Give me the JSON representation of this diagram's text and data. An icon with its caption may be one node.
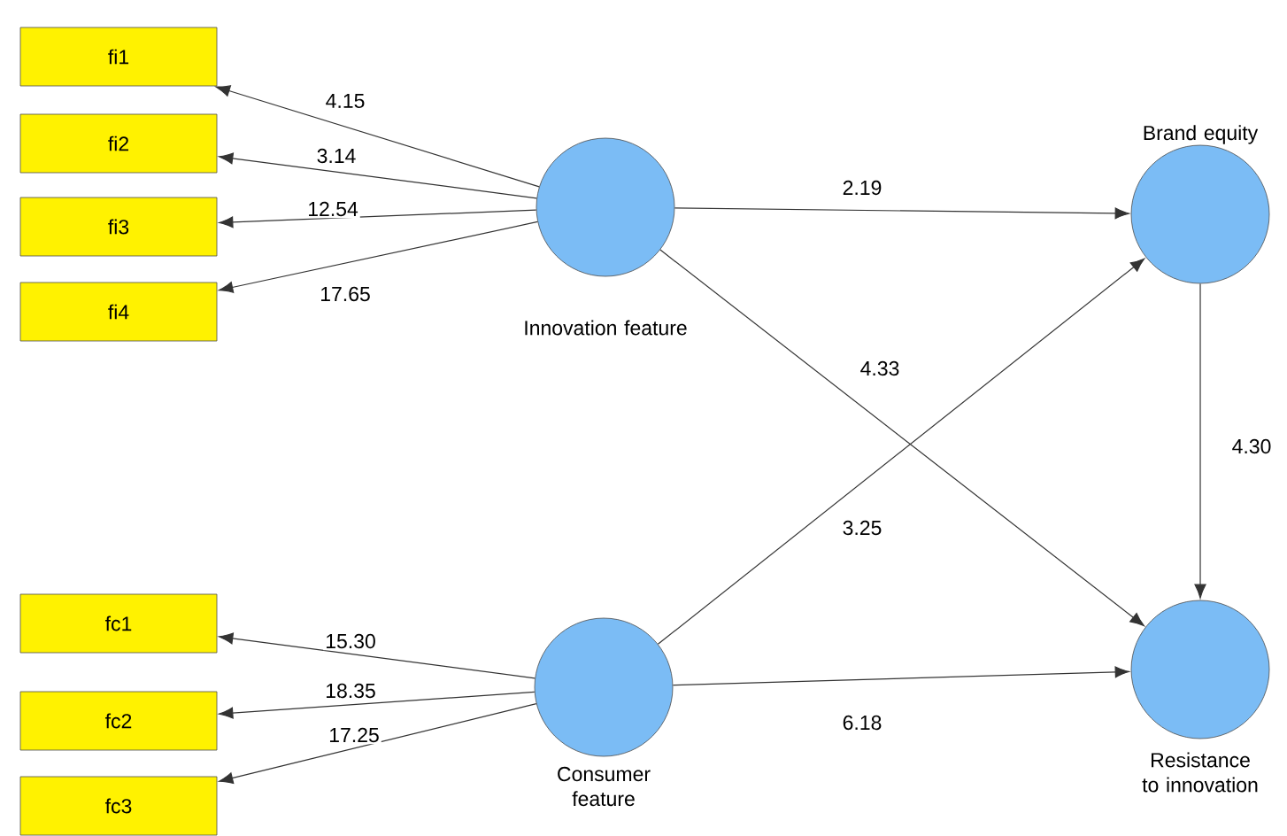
{
  "diagram": {
    "nodes": [
      {
        "text": [
          "fi1"
        ]
      },
      {
        "text": [
          "fi2"
        ]
      },
      {
        "text": [
          "fi3"
        ]
      },
      {
        "text": [
          "fi4"
        ]
      },
      {
        "text": [
          "Innovation feature"
        ]
      },
      {
        "text": [
          "Brand equity"
        ]
      },
      {
        "text": [
          "Resistance to innovation"
        ]
      },
      {
        "text": [
          "fc1"
        ]
      },
      {
        "text": [
          "fc2"
        ]
      },
      {
        "text": [
          "fc3"
        ]
      },
      {
        "text": [
          "Consumer feature"
        ]
      }
    ],
    "edges": [
      {
        "from": 4,
        "to": 0,
        "arrow": "to",
        "label": "4.15"
      },
      {
        "from": 4,
        "to": 1,
        "arrow": "to",
        "label": "3.14"
      },
      {
        "from": 4,
        "to": 2,
        "arrow": "to",
        "label": "12.54"
      },
      {
        "from": 4,
        "to": 3,
        "arrow": "to",
        "label": "17.65"
      },
      {
        "from": 4,
        "to": 5,
        "arrow": "to",
        "label": "2.19"
      },
      {
        "from": 4,
        "to": 6,
        "arrow": "to",
        "label": "4.33"
      },
      {
        "from": 10,
        "to": 5,
        "arrow": "to",
        "label": "3.25"
      },
      {
        "from": 5,
        "to": 6,
        "arrow": "to",
        "label": "4.30"
      },
      {
        "from": 10,
        "to": 7,
        "arrow": "to",
        "label": "15.30"
      },
      {
        "from": 10,
        "to": 8,
        "arrow": "to",
        "label": "18.35"
      },
      {
        "from": 10,
        "to": 9,
        "arrow": "to",
        "label": "17.25"
      },
      {
        "from": 10,
        "to": 6,
        "arrow": "to",
        "label": "6.18"
      }
    ]
  }
}
